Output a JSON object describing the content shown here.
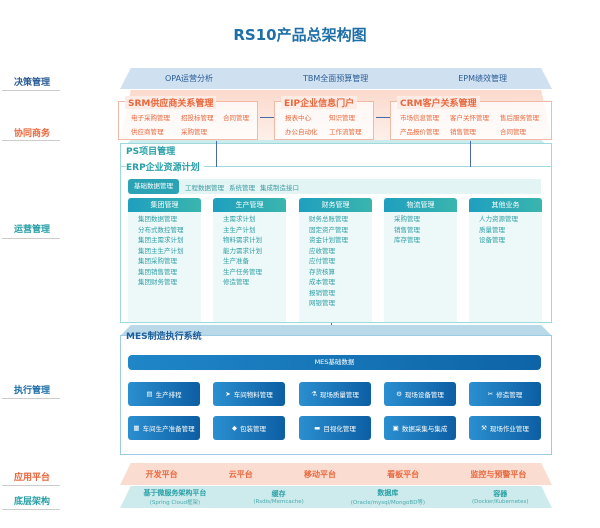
{
  "title": "RS10产品总架构图",
  "layers": {
    "decision": "决策管理",
    "collab": "协同商务",
    "operation": "运营管理",
    "execution": "执行管理",
    "app_platform": "应用平台",
    "infrastructure": "底层架构"
  },
  "decision": [
    "OPA运营分析",
    "TBM全面预算管理",
    "EPM绩效管理"
  ],
  "srm": {
    "title": "SRM供应商关系管理",
    "items": [
      "电子采购管理",
      "招投标管理",
      "合同管理",
      "供应商管理",
      "采购管理"
    ]
  },
  "eip": {
    "title": "EIP企业信息门户",
    "items": [
      "报表中心",
      "知识管理",
      "办公自动化",
      "工作流管理"
    ]
  },
  "crm": {
    "title": "CRM客户关系管理",
    "items": [
      "市场信息管理",
      "客户关怀管理",
      "售后服务管理",
      "产品报价管理",
      "销售管理",
      "合同管理"
    ]
  },
  "ps": "PS项目管理",
  "erp": {
    "title": "ERP企业资源计划",
    "tabs": [
      "基础数据管理",
      "工程数据管理",
      "系统管理",
      "集成制造接口"
    ],
    "columns": [
      {
        "title": "集团管理",
        "items": [
          "集团数据管理",
          "分布式数控管理",
          "集团主需求计划",
          "集团主生产计划",
          "集团采购管理",
          "集团销售管理",
          "集团财务管理"
        ]
      },
      {
        "title": "生产管理",
        "items": [
          "主需求计划",
          "主生产计划",
          "物料需求计划",
          "能力需求计划",
          "生产准备",
          "生产任务管理",
          "修造管理"
        ]
      },
      {
        "title": "财务管理",
        "items": [
          "财务总账管理",
          "固定资产管理",
          "资金计划管理",
          "应收管理",
          "应付管理",
          "存货核算",
          "成本管理",
          "报销管理",
          "网银管理"
        ]
      },
      {
        "title": "物流管理",
        "items": [
          "采购管理",
          "销售管理",
          "库存管理"
        ]
      },
      {
        "title": "其他业务",
        "items": [
          "人力资源管理",
          "质量管理",
          "设备管理"
        ]
      }
    ]
  },
  "mes": {
    "title": "MES制造执行系统",
    "base": "MES基础数据",
    "modules": [
      {
        "label": "生产排程",
        "icon": "calendar-icon",
        "glyph": "▤"
      },
      {
        "label": "车间物料管理",
        "icon": "truck-icon",
        "glyph": "➤"
      },
      {
        "label": "现场质量管理",
        "icon": "quality-icon",
        "glyph": "⚗"
      },
      {
        "label": "现场设备管理",
        "icon": "equipment-icon",
        "glyph": "⚙"
      },
      {
        "label": "修造管理",
        "icon": "tools-icon",
        "glyph": "✂"
      },
      {
        "label": "车间生产准备管理",
        "icon": "worker-icon",
        "glyph": "▦"
      },
      {
        "label": "包装管理",
        "icon": "package-icon",
        "glyph": "◆"
      },
      {
        "label": "目视化管理",
        "icon": "monitor-icon",
        "glyph": "▬"
      },
      {
        "label": "数据采集与集成",
        "icon": "data-icon",
        "glyph": "▣"
      },
      {
        "label": "现场作业管理",
        "icon": "operation-icon",
        "glyph": "⚒"
      }
    ]
  },
  "app_platforms": [
    "开发平台",
    "云平台",
    "移动平台",
    "看板平台",
    "监控与预警平台"
  ],
  "infra": [
    {
      "main": "基于微服务架构平台",
      "sub": "(Spring Cloud框架)"
    },
    {
      "main": "缓存",
      "sub": "(Rsdis/Memcache)"
    },
    {
      "main": "数据库",
      "sub": "(Oracle/mysql/MongoBD等)"
    },
    {
      "main": "容器",
      "sub": "(Docker/Kubernetes)"
    }
  ]
}
